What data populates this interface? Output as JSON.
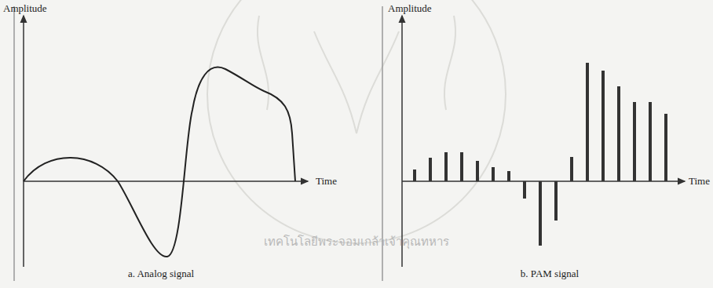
{
  "diagram": {
    "labels": [
      "Amplitude",
      "Time",
      "a. Analog signal",
      "Amplitude",
      "Time",
      "b. PAM signal",
      "เทคโนโลยีพระจอมเกล้าเจ้าคุณทหาร"
    ]
  }
}
